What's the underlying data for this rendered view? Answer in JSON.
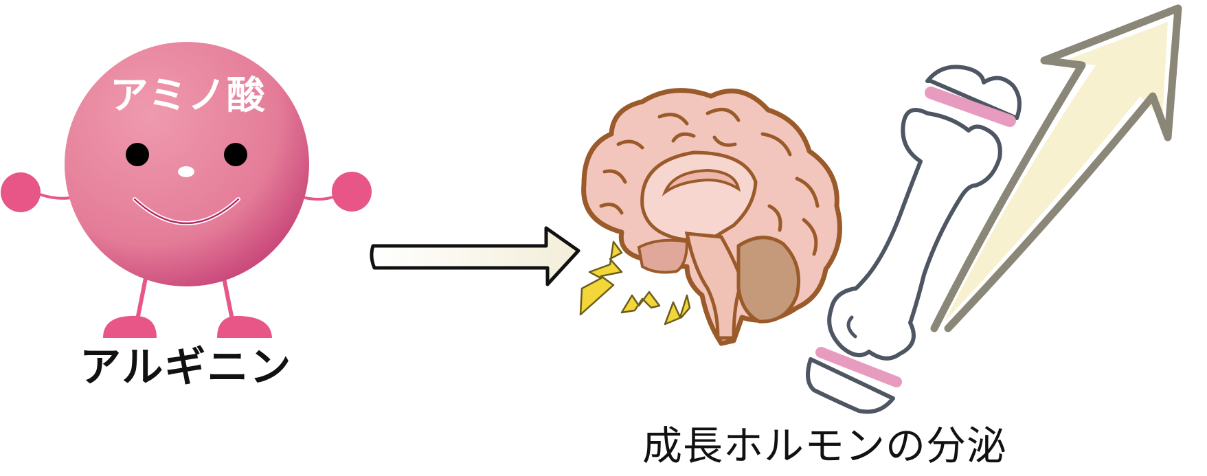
{
  "character": {
    "badge_text": "アミノ酸",
    "name": "アルギニン"
  },
  "result": {
    "label": "成長ホルモンの分泌"
  },
  "icons": [
    "amino-acid-character",
    "flow-arrow",
    "brain-icon",
    "bone-icon",
    "growth-arrow-icon"
  ],
  "colors": {
    "character_pink": "#e8829b",
    "character_dark_pink": "#cf4f7c",
    "limb_pink": "#e85688",
    "brain_outline": "#9a5a2a",
    "brain_fill": "#f3c6bd",
    "cerebellum": "#c49a7a",
    "bone_outline": "#4d5662",
    "bone_band": "#e79cbf",
    "growth_arrow": "#8a8678",
    "growth_arrow_fill": "#f7f1cf",
    "spark_yellow": "#e7d03a"
  }
}
